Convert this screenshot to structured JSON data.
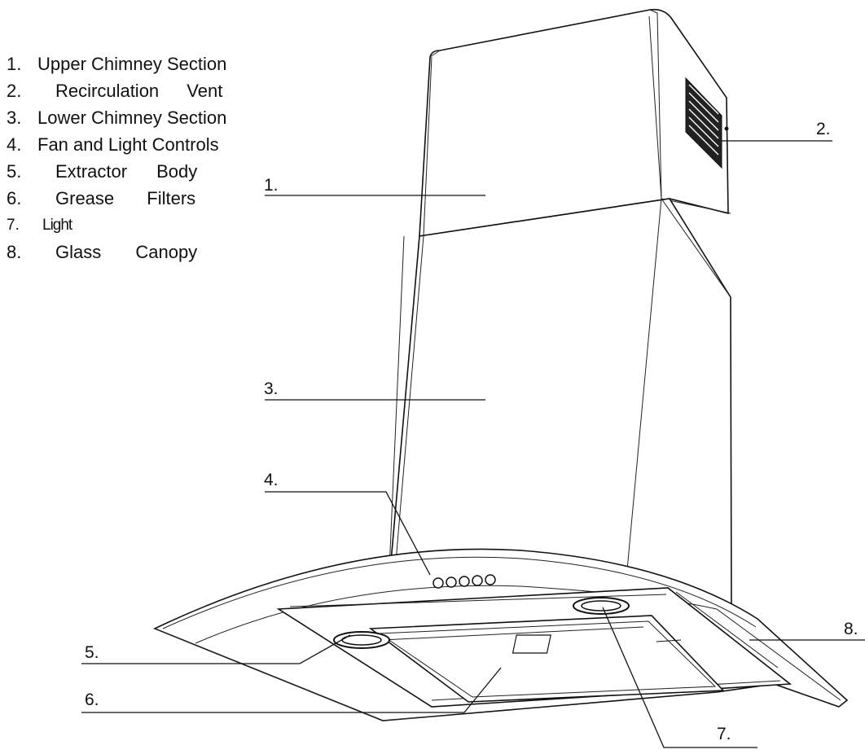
{
  "legend": [
    {
      "num": "1.",
      "text": "Upper Chimney Section"
    },
    {
      "num": "2.",
      "text": "Recirculation Vent"
    },
    {
      "num": "3.",
      "text": "Lower Chimney Section"
    },
    {
      "num": "4.",
      "text": "Fan and Light Controls"
    },
    {
      "num": "5.",
      "text": "Extractor Body"
    },
    {
      "num": "6.",
      "text": "Grease Filters"
    },
    {
      "num": "7.",
      "text": "Light"
    },
    {
      "num": "8.",
      "text": "Glass Canopy"
    }
  ],
  "callouts": {
    "c1": "1.",
    "c2": "2.",
    "c3": "3.",
    "c4": "4.",
    "c5": "5.",
    "c6": "6.",
    "c7": "7.",
    "c8": "8."
  }
}
